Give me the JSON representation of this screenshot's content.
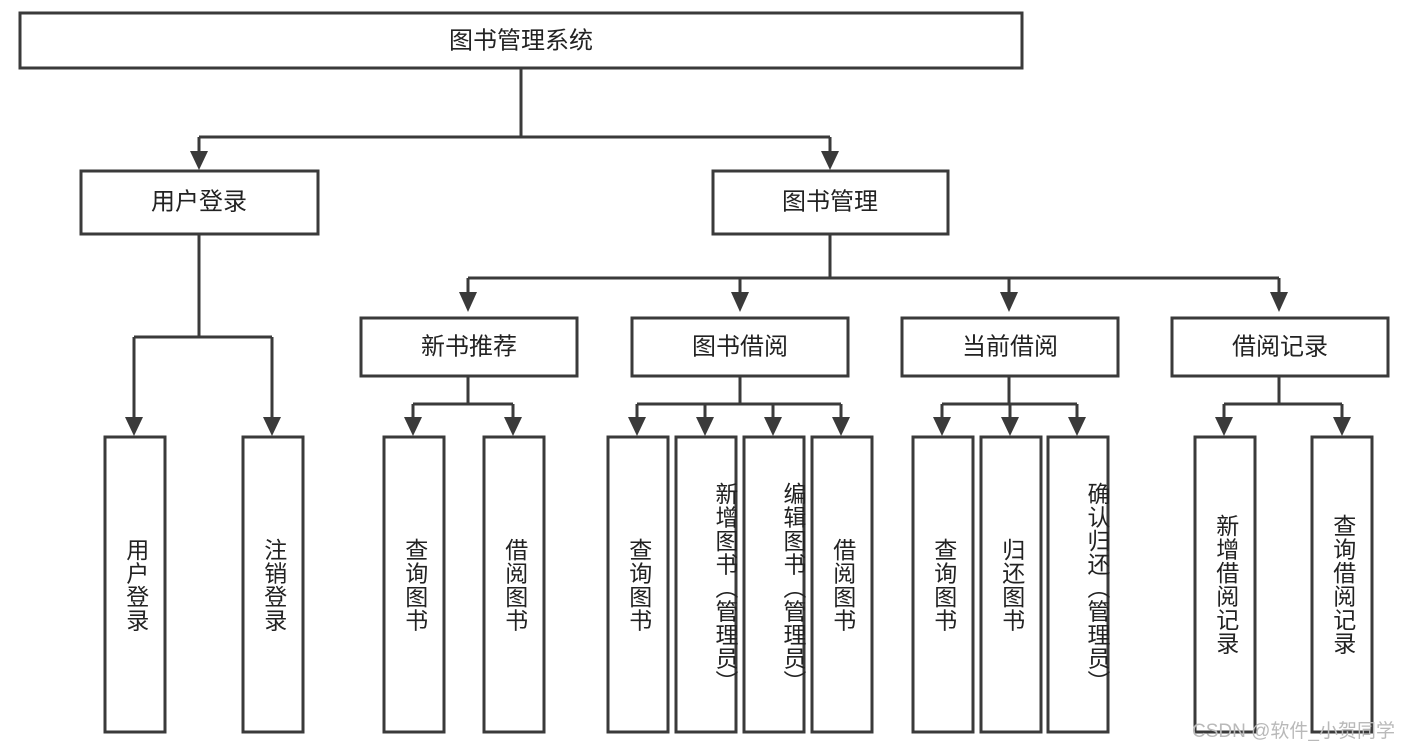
{
  "diagram": {
    "title_node": {
      "label": "图书管理系统"
    },
    "level2": [
      {
        "label": "用户登录"
      },
      {
        "label": "图书管理"
      }
    ],
    "level3": [
      {
        "label": "新书推荐"
      },
      {
        "label": "图书借阅"
      },
      {
        "label": "当前借阅"
      },
      {
        "label": "借阅记录"
      }
    ],
    "leaves_user_login": [
      {
        "label": "用户登录"
      },
      {
        "label": "注销登录"
      }
    ],
    "leaves_new_books": [
      {
        "label": "查询图书"
      },
      {
        "label": "借阅图书"
      }
    ],
    "leaves_book_borrow": [
      {
        "label": "查询图书"
      },
      {
        "label": "新增图书（管理员）"
      },
      {
        "label": "编辑图书（管理员）"
      },
      {
        "label": "借阅图书"
      }
    ],
    "leaves_current_borrow": [
      {
        "label": "查询图书"
      },
      {
        "label": "归还图书"
      },
      {
        "label": "确认归还（管理员）"
      }
    ],
    "leaves_borrow_records": [
      {
        "label": "新增借阅记录"
      },
      {
        "label": "查询借阅记录"
      }
    ]
  },
  "watermark": {
    "text": "CSDN @软件_小贺同学"
  },
  "colors": {
    "stroke": "#3a3a3a",
    "box_fill": "#ffffff",
    "text": "#222222",
    "watermark": "#b9b9b9",
    "background": "#ffffff"
  }
}
